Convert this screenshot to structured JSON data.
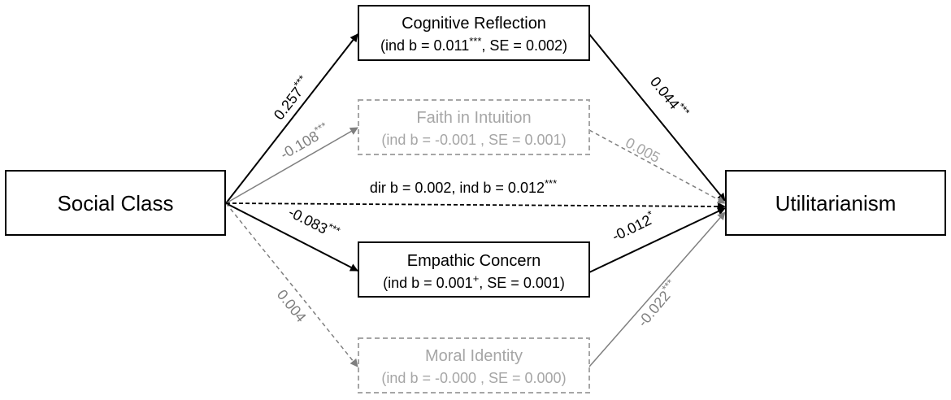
{
  "nodes": {
    "social_class": {
      "label": "Social Class"
    },
    "utilitarianism": {
      "label": "Utilitarianism"
    },
    "cognitive_reflection": {
      "title": "Cognitive Reflection",
      "stat_pre": "(ind b = 0.011",
      "stat_sup": "***",
      "stat_post": ", SE = 0.002)"
    },
    "faith_in_intuition": {
      "title": "Faith in Intuition",
      "stat_pre": "(ind b = -0.001 , SE = 0.001)",
      "stat_sup": "",
      "stat_post": ""
    },
    "empathic_concern": {
      "title": "Empathic Concern",
      "stat_pre": "(ind b = 0.001",
      "stat_sup": "+",
      "stat_post": ", SE = 0.001)"
    },
    "moral_identity": {
      "title": "Moral Identity",
      "stat_pre": "(ind b = -0.000 , SE = 0.000)",
      "stat_sup": "",
      "stat_post": ""
    }
  },
  "paths": {
    "sc_to_cr": {
      "coef": "0.257",
      "sig": "***"
    },
    "sc_to_fi": {
      "coef": "-0.108",
      "sig": "***"
    },
    "sc_to_ec": {
      "coef": "-0.083",
      "sig": "***"
    },
    "sc_to_mi": {
      "coef": "0.004",
      "sig": ""
    },
    "cr_to_ut": {
      "coef": "0.044",
      "sig": "***"
    },
    "fi_to_ut": {
      "coef": "0.005",
      "sig": ""
    },
    "ec_to_ut": {
      "coef": "-0.012",
      "sig": "*"
    },
    "mi_to_ut": {
      "coef": "-0.022",
      "sig": "***"
    },
    "direct": {
      "text": "dir b = 0.002, ind b = 0.012",
      "sig": "***"
    }
  },
  "colors": {
    "significant": "#000000",
    "nonsignificant": "#7f7f7f",
    "box_dashed": "#a6a6a6",
    "faded_text": "#a6a6a6"
  }
}
